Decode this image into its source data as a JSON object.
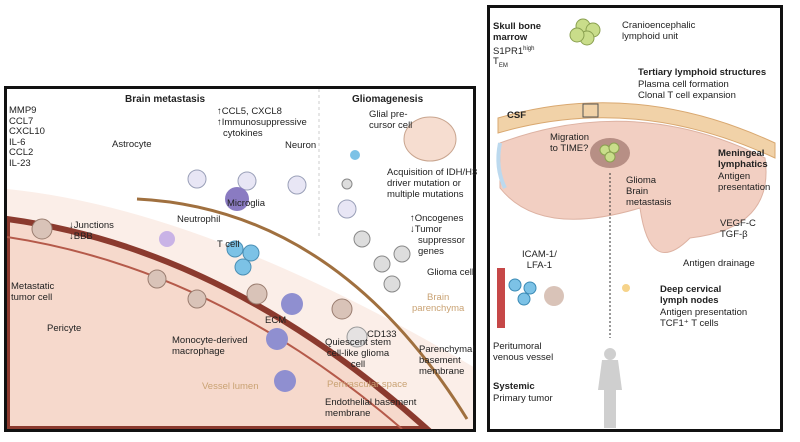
{
  "left_panel": {
    "brain_metastasis": {
      "title": "Brain metastasis",
      "factors": [
        "MMP9",
        "CCL7",
        "CXCL10",
        "IL-6",
        "CCL2",
        "IL-23"
      ],
      "astrocyte": "Astrocyte",
      "microglia_cytokines": [
        "↑CCL5, CXCL8",
        "↑Immunosuppressive",
        "cytokines"
      ],
      "neuron": "Neuron",
      "microglia": "Microglia",
      "neutrophil": "Neutrophil",
      "junctions": [
        "↓Junctions",
        "↓BBB"
      ],
      "t_cell": "T cell",
      "ecm": "ECM",
      "metastatic": [
        "Metastatic",
        "tumor cell"
      ],
      "pericyte": "Pericyte",
      "macrophage": [
        "Monocyte-derived",
        "macrophage"
      ],
      "vessel_lumen": "Vessel lumen",
      "perivascular": "Perivascular space",
      "endothelial": [
        "Endothelial basement",
        "membrane"
      ]
    },
    "gliomagenesis": {
      "title": "Gliomagenesis",
      "glial": [
        "Glial pre-",
        "cursor cell"
      ],
      "acquisition": [
        "Acquisition of IDH/H3",
        "driver mutation or",
        "multiple mutations"
      ],
      "oncogenes": [
        "↑Oncogenes",
        "↓Tumor",
        "suppressor",
        "genes"
      ],
      "glioma_cell": "Glioma cell",
      "cd133": "CD133",
      "quiescent": [
        "Quiescent stem",
        "cell-like glioma",
        "cell"
      ],
      "parenchyma": [
        "Brain",
        "parenchyma"
      ],
      "parenchymal_membrane": [
        "Parenchymal",
        "basement",
        "membrane"
      ]
    }
  },
  "right_panel": {
    "skull": [
      "Skull bone",
      "marrow"
    ],
    "s1pr1": "S1PR1",
    "s1pr1_sup": "high",
    "tem": "T",
    "tem_sub": "EM",
    "cranio": [
      "Cranioencephalic",
      "lymphoid unit"
    ],
    "tls": "Tertiary lymphoid structures",
    "tls_lines": [
      "Plasma cell formation",
      "Clonal T cell expansion"
    ],
    "csf": "CSF",
    "migration": [
      "Migration",
      "to TIME?"
    ],
    "meningeal": [
      "Meningeal",
      "lymphatics"
    ],
    "meningeal_lines": [
      "Antigen",
      "presentation"
    ],
    "glioma": [
      "Glioma",
      "Brain",
      "metastasis"
    ],
    "vegf": [
      "VEGF-C",
      "TGF-β"
    ],
    "icam": [
      "ICAM-1/",
      "LFA-1"
    ],
    "drainage": "Antigen drainage",
    "deep": [
      "Deep cervical",
      "lymph nodes"
    ],
    "deep_lines": [
      "Antigen presentation",
      "TCF1⁺ T cells"
    ],
    "peritumoral": [
      "Peritumoral",
      "venous vessel"
    ],
    "systemic": "Systemic",
    "primary": "Primary tumor"
  },
  "colors": {
    "vessel": "#8b3a2e",
    "lumen": "#f6d9cc",
    "brain": "#f2cfc2",
    "membrane": "#a0703f",
    "tcell": "#7cc2e6",
    "microglia": "#8a7bc2",
    "tls": "#c9dd8a"
  }
}
